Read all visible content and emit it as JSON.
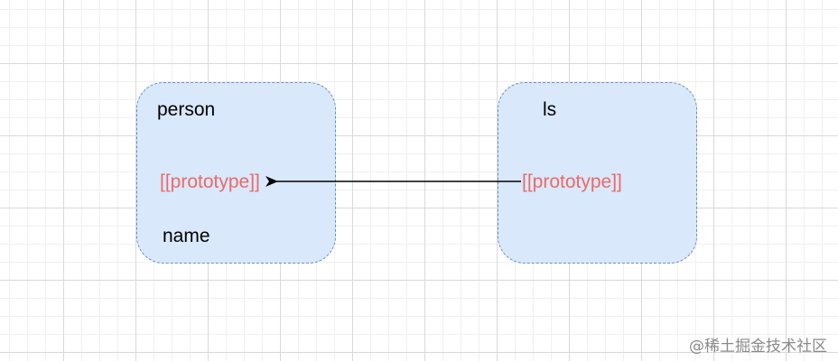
{
  "diagram": {
    "nodes": [
      {
        "id": "person",
        "title": "person",
        "prototype_label": "[[prototype]]",
        "property_label": "name",
        "fill": "#dae8fc",
        "stroke": "#6c8ebf"
      },
      {
        "id": "ls",
        "title": "ls",
        "prototype_label": "[[prototype]]",
        "fill": "#dae8fc",
        "stroke": "#6c8ebf"
      }
    ],
    "edges": [
      {
        "from": "ls.prototype",
        "to": "person.prototype",
        "arrow": "filled",
        "color": "#000000"
      }
    ],
    "label_color_prototype": "#ea6b66"
  },
  "watermark": "@稀土掘金技术社区"
}
